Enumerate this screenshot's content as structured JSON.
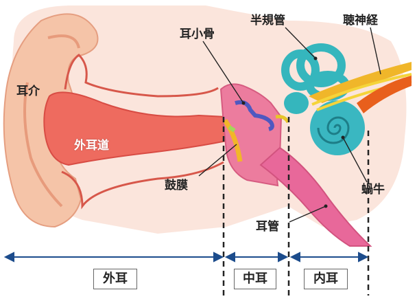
{
  "labels": {
    "pinna": "耳介",
    "ear_canal": "外耳道",
    "ossicles": "耳小骨",
    "canals": "半規管",
    "auditory_nerve": "聴神経",
    "eardrum": "鼓膜",
    "cochlea": "蝸牛",
    "eustachian": "耳管"
  },
  "regions": {
    "outer": "外耳",
    "middle": "中耳",
    "inner": "内耳"
  },
  "colors": {
    "skin_light": "#fbe3d8",
    "pinna": "#f6c0a3",
    "canal": "#ee6a5e",
    "middle_ear": "#e97396",
    "inner_ear": "#37b8c0",
    "nerve": "#f2b12a",
    "arrow": "#1c4c8c"
  }
}
